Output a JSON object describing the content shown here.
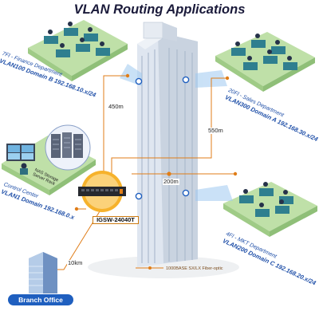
{
  "title": "VLAN Routing Applications",
  "departments": {
    "finance": {
      "name": "7Fl - Finance Department",
      "vlan": "VLAN100 Domain B 192.168.10.x/24"
    },
    "sales": {
      "name": "20Fl - Sales Department",
      "vlan": "VLAN300 Domain A 192.168.30.x/24"
    },
    "mkt": {
      "name": "4Fl - MKT Department",
      "vlan": "VLAN200 Domain C 192.168.20.x/24"
    },
    "control": {
      "name": "Control Center",
      "vlan": "VLAN1 Domain 192.168.0.x"
    }
  },
  "distances": {
    "finance": "450m",
    "sales": "550m",
    "mkt": "200m",
    "branch": "10km"
  },
  "labels": {
    "nas": "NAS Storage\nServer Rack",
    "switch": "IGSW-24040T",
    "branch": "Branch Office",
    "legend": "1000BASE SX/LX Fiber-optic"
  },
  "colors": {
    "fiber": "#e07d18",
    "vlan_text": "#1f4fa8",
    "floor": "#bfe0a8",
    "building": "#dfe6f0",
    "switch_ring": "#f6b22c",
    "branch_badge": "#1f5fbf"
  }
}
